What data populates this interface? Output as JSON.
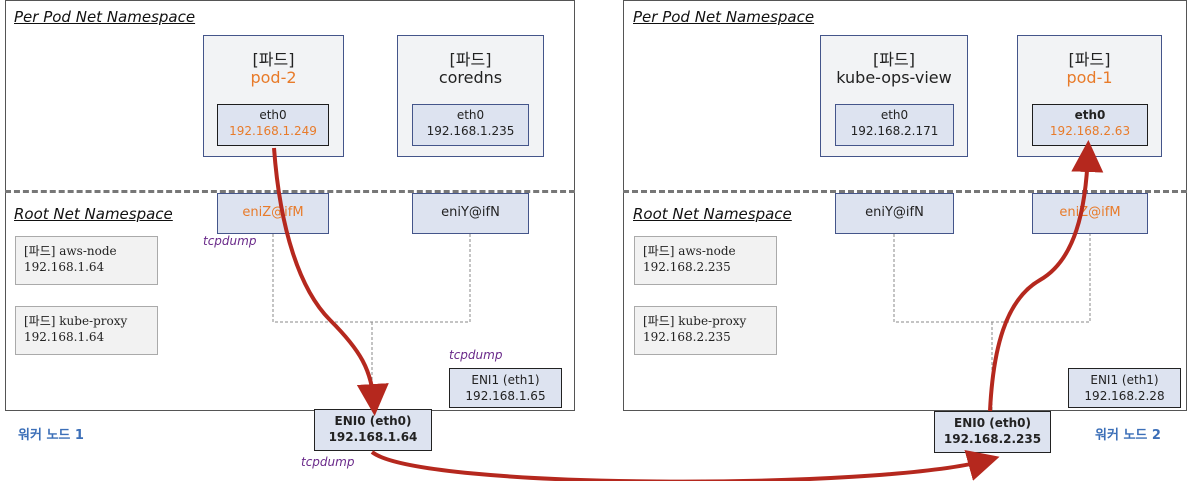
{
  "node1": {
    "label": "워커 노드 1",
    "per_pod_title": "Per Pod  Net Namespace",
    "root_title": "Root Net Namespace",
    "pods": [
      {
        "kind": "[파드]",
        "name": "pod-2",
        "eth_label": "eth0",
        "ip": "192.168.1.249",
        "highlight": true
      },
      {
        "kind": "[파드]",
        "name": "coredns",
        "eth_label": "eth0",
        "ip": "192.168.1.235",
        "highlight": false
      }
    ],
    "veths": [
      "eniZ@ifM",
      "eniY@ifN"
    ],
    "system_pods": [
      {
        "name": "[파드] aws-node",
        "ip": "192.168.1.64"
      },
      {
        "name": "[파드] kube-proxy",
        "ip": "192.168.1.64"
      }
    ],
    "eni1": {
      "label": "ENI1 (eth1)",
      "ip": "192.168.1.65"
    },
    "eni0": {
      "label": "ENI0 (eth0)",
      "ip": "192.168.1.64"
    }
  },
  "node2": {
    "label": "워커 노드 2",
    "per_pod_title": "Per Pod  Net Namespace",
    "root_title": "Root Net Namespace",
    "pods": [
      {
        "kind": "[파드]",
        "name": "kube-ops-view",
        "eth_label": "eth0",
        "ip": "192.168.2.171",
        "highlight": false
      },
      {
        "kind": "[파드]",
        "name": "pod-1",
        "eth_label": "eth0",
        "ip": "192.168.2.63",
        "highlight": true
      }
    ],
    "veths": [
      "eniY@ifN",
      "eniZ@ifM"
    ],
    "system_pods": [
      {
        "name": "[파드] aws-node",
        "ip": "192.168.2.235"
      },
      {
        "name": "[파드] kube-proxy",
        "ip": "192.168.2.235"
      }
    ],
    "eni1": {
      "label": "ENI1 (eth1)",
      "ip": "192.168.2.28"
    },
    "eni0": {
      "label": "ENI0 (eth0)",
      "ip": "192.168.2.235"
    }
  },
  "tcpdump_label": "tcpdump",
  "colors": {
    "highlight": "#e87b2a",
    "arrow": "#b5281e",
    "tcpdump": "#6a2a8a",
    "worker_label": "#3c6fb8"
  }
}
